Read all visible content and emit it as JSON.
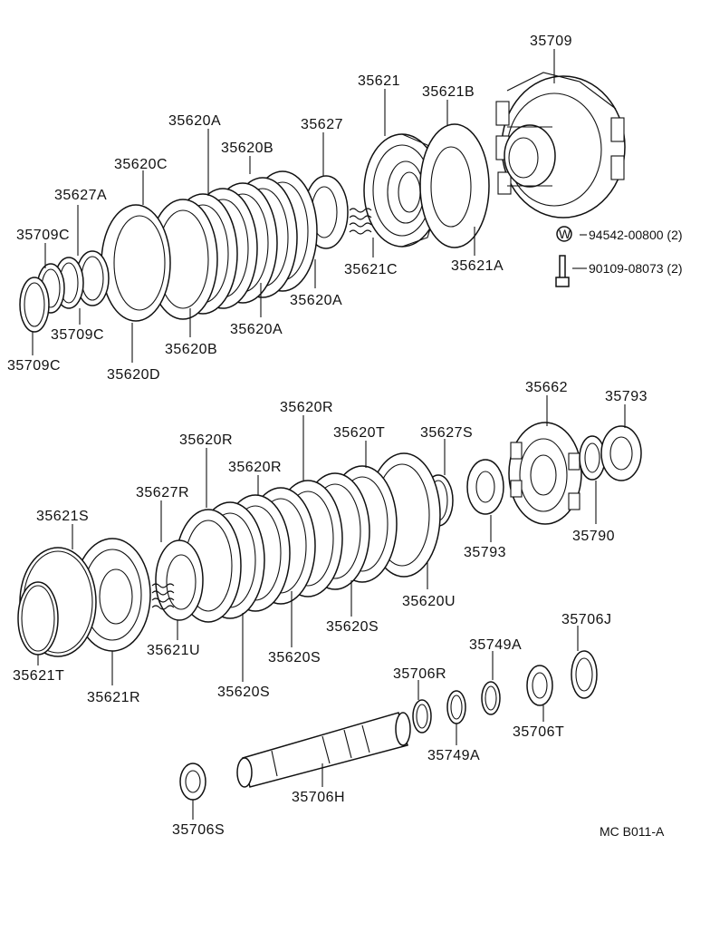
{
  "labels": {
    "l35709": "35709",
    "l35621": "35621",
    "l35621B": "35621B",
    "l35620A_top": "35620A",
    "l35627": "35627",
    "l35620B_top": "35620B",
    "l35620C": "35620C",
    "l35627A": "35627A",
    "l35709C_a": "35709C",
    "l94542": "94542-00800 (2)",
    "l90109": "90109-08073 (2)",
    "l35621C": "35621C",
    "l35621A": "35621A",
    "l35620A_mid": "35620A",
    "l35620A_low": "35620A",
    "l35709C_b": "35709C",
    "l35620B_low": "35620B",
    "l35709C_c": "35709C",
    "l35620D": "35620D",
    "l35620R_a": "35620R",
    "l35662": "35662",
    "l35793_top": "35793",
    "l35620R_b": "35620R",
    "l35620T": "35620T",
    "l35627S": "35627S",
    "l35620R_c": "35620R",
    "l35627R": "35627R",
    "l35621S": "35621S",
    "l35793_low": "35793",
    "l35790": "35790",
    "l35620U": "35620U",
    "l35706J": "35706J",
    "l35620S_a": "35620S",
    "l35621U": "35621U",
    "l35620S_b": "35620S",
    "l35749A_top": "35749A",
    "l35621T": "35621T",
    "l35706R": "35706R",
    "l35621R": "35621R",
    "l35620S_c": "35620S",
    "l35706T": "35706T",
    "l35749A_low": "35749A",
    "l35706H": "35706H",
    "l35706S": "35706S",
    "footer": "MC  B011-A",
    "washer_mark": "W"
  }
}
